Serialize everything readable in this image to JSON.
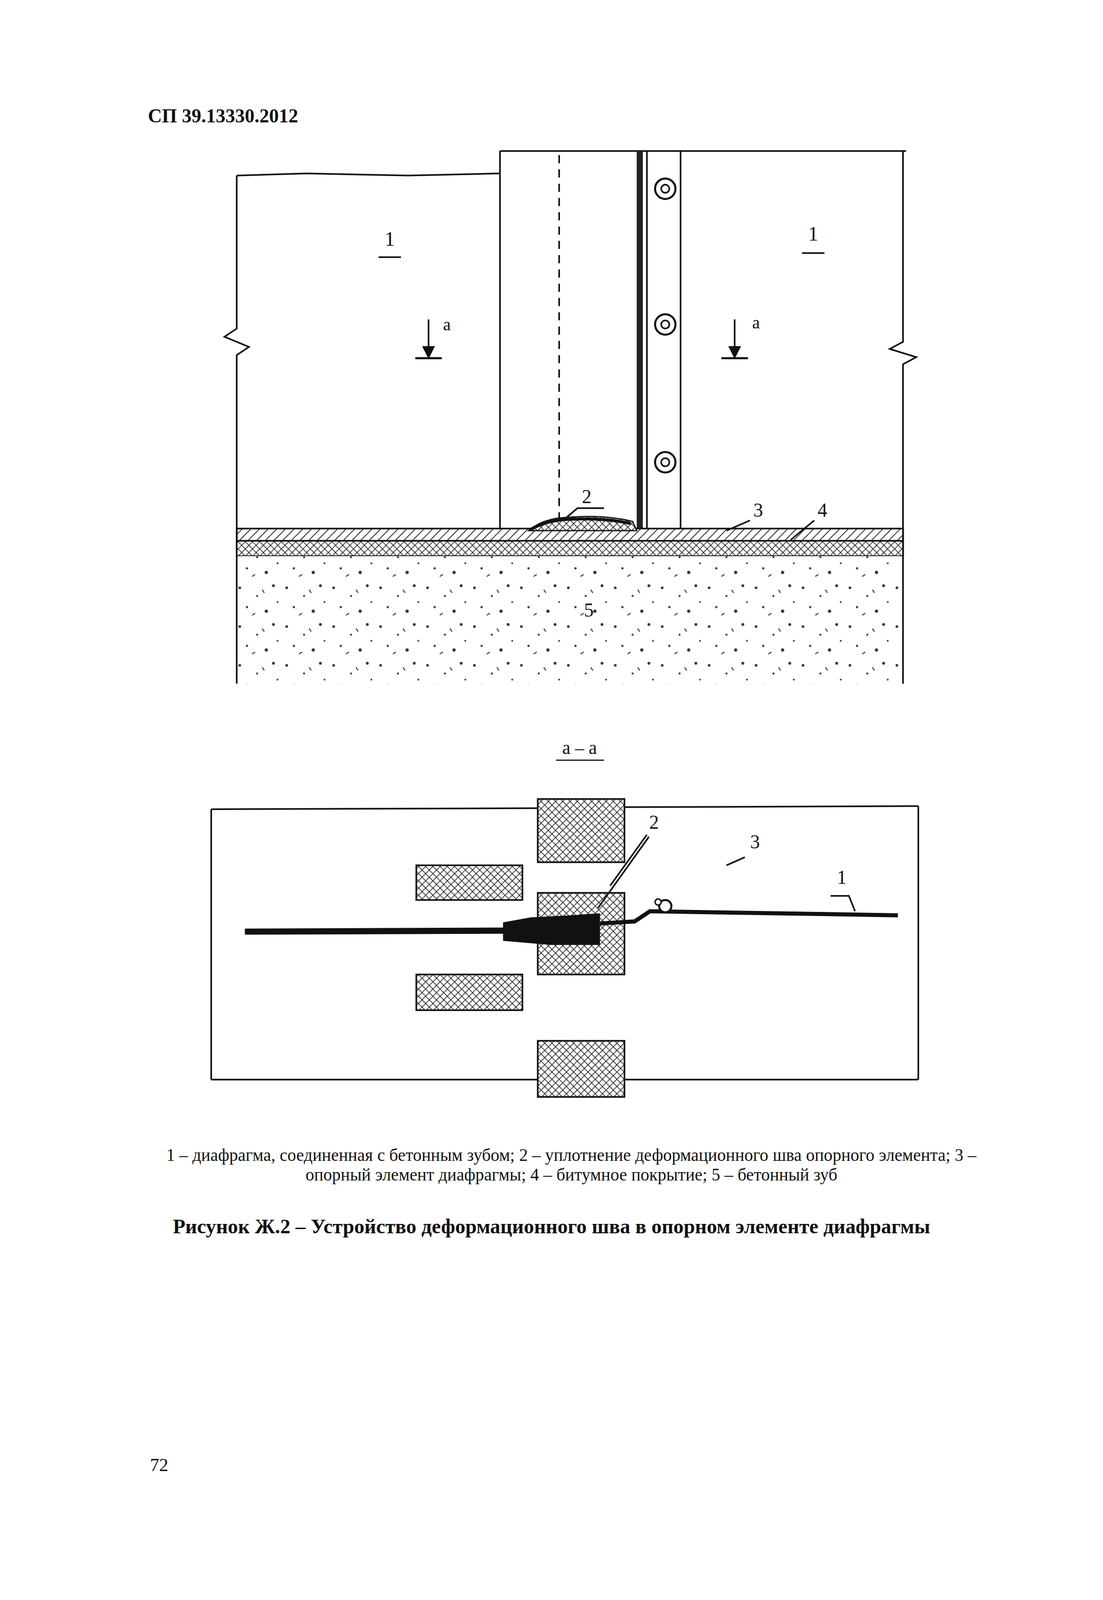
{
  "diagram": {
    "caption": "Рисунок Ж.2 – Устройство деформационного шва в опорном элементе диафрагмы",
    "labels": [
      "СП 39.13330.2012",
      "1",
      "1",
      "а",
      "а",
      "2",
      "3",
      "4",
      "5",
      "а – а",
      "2",
      "3",
      "1",
      "1 – диафрагма, соединенная с бетонным зубом; 2 – уплотнение деформационного шва опорного элемента; 3 – опорный элемент диафрагмы; 4 – битумное покрытие; 5 – бетонный зуб",
      "72"
    ]
  }
}
